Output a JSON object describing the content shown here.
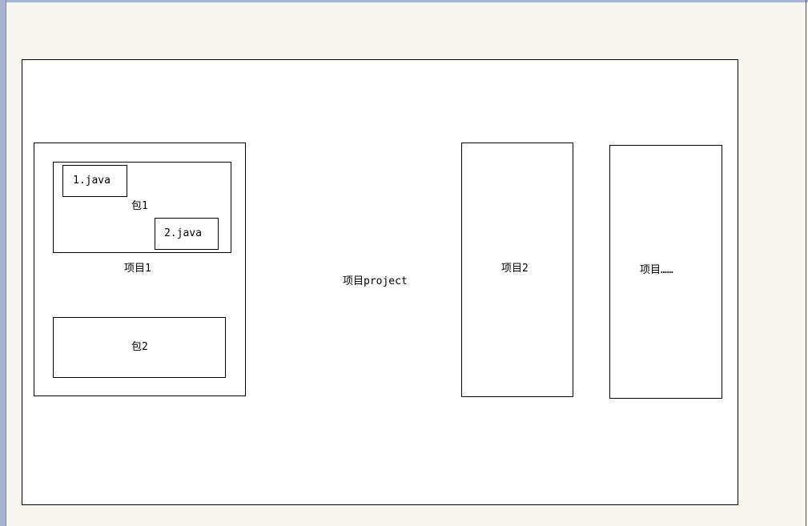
{
  "diagram": {
    "project_label": "项目project",
    "project1": {
      "label": "项目1",
      "package1": {
        "label": "包1",
        "file1": "1.java",
        "file2": "2.java"
      },
      "package2": {
        "label": "包2"
      }
    },
    "project2": {
      "label": "项目2"
    },
    "project_more": {
      "label": "项目……"
    }
  }
}
